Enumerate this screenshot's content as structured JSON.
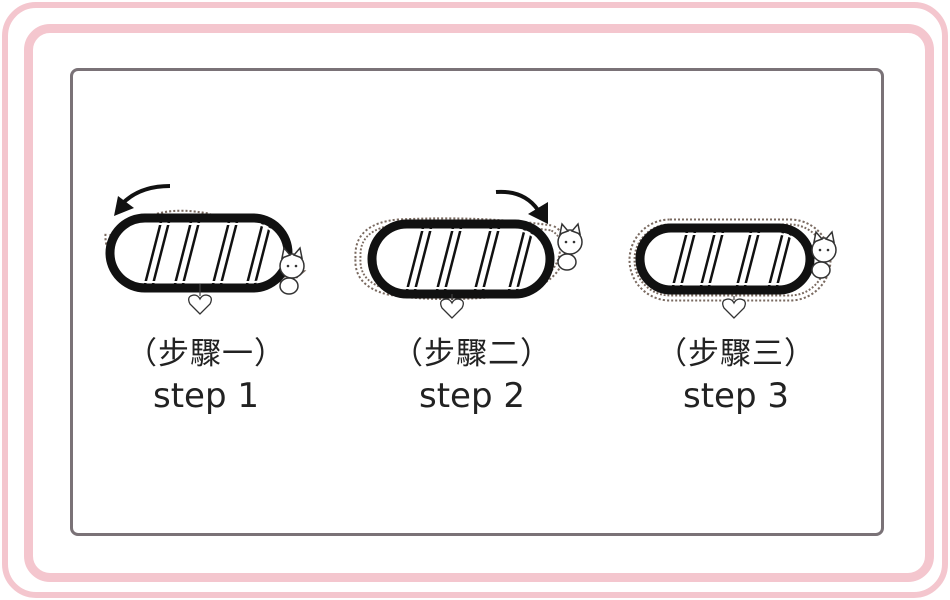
{
  "steps": [
    {
      "zh": "（步驟一）",
      "en": "step 1",
      "arrow": "counterclockwise"
    },
    {
      "zh": "（步驟二）",
      "en": "step 2",
      "arrow": "clockwise"
    },
    {
      "zh": "（步驟三）",
      "en": "step 3",
      "arrow": "none"
    }
  ],
  "colors": {
    "frame": "#f4c6ce",
    "panel_border": "#7a7277",
    "ink": "#222222"
  },
  "icons": [
    "curved-arrow-icon",
    "kitty-charm-icon",
    "heart-tag-icon"
  ]
}
